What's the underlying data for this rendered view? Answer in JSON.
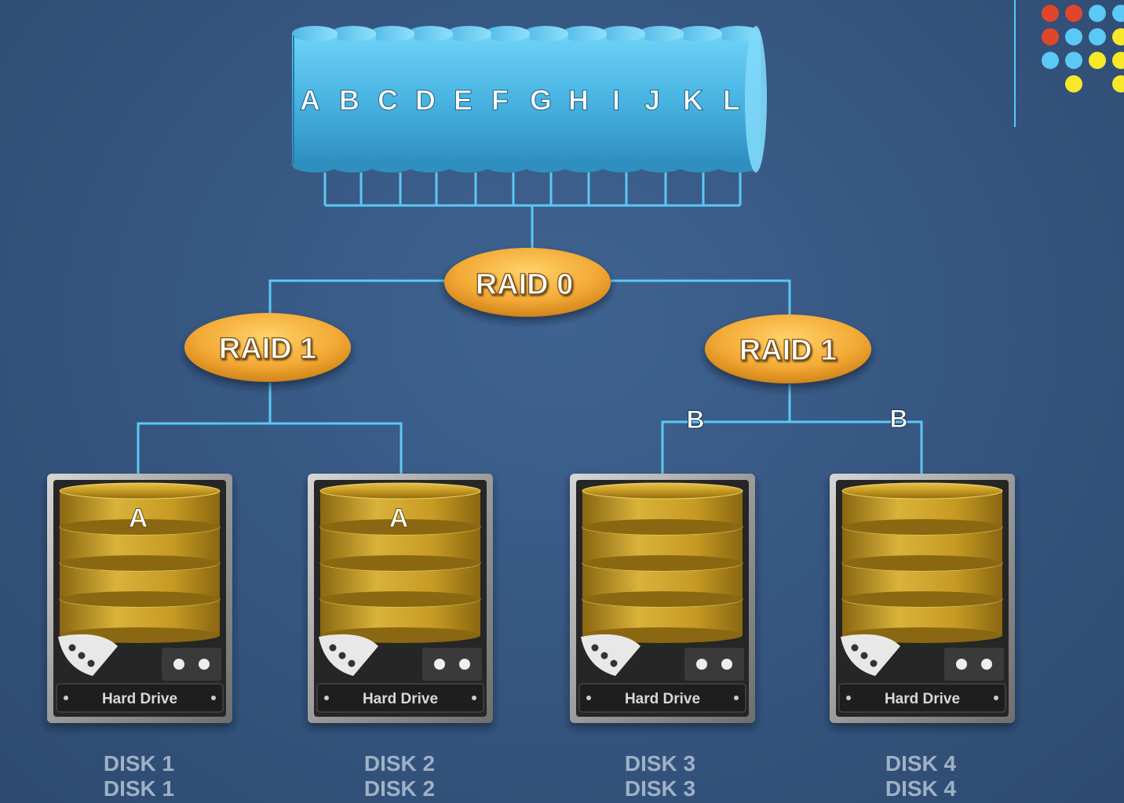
{
  "stripes": [
    "A",
    "B",
    "C",
    "D",
    "E",
    "F",
    "G",
    "H",
    "I",
    "J",
    "K",
    "L"
  ],
  "raid0": {
    "label": "RAID 0"
  },
  "raid1_left": {
    "label": "RAID 1"
  },
  "raid1_right": {
    "label": "RAID 1"
  },
  "branch_labels": {
    "left": "B",
    "right": "B"
  },
  "drives": [
    {
      "platter_label": "A",
      "caption": "Hard Drive",
      "disk_label": "DISK 1"
    },
    {
      "platter_label": "A",
      "caption": "Hard Drive",
      "disk_label": "DISK 2"
    },
    {
      "platter_label": "",
      "caption": "Hard Drive",
      "disk_label": "DISK 3"
    },
    {
      "platter_label": "",
      "caption": "Hard Drive",
      "disk_label": "DISK 4"
    }
  ],
  "colors": {
    "background": "#35557f",
    "connector": "#5bc8f5",
    "stripe": "#4fb8e6",
    "raid_node": "#f4a93a",
    "platter": "#c9a02a",
    "dot_red": "#e2462a",
    "dot_blue": "#5bc8f5",
    "dot_yellow": "#f7e82a"
  }
}
